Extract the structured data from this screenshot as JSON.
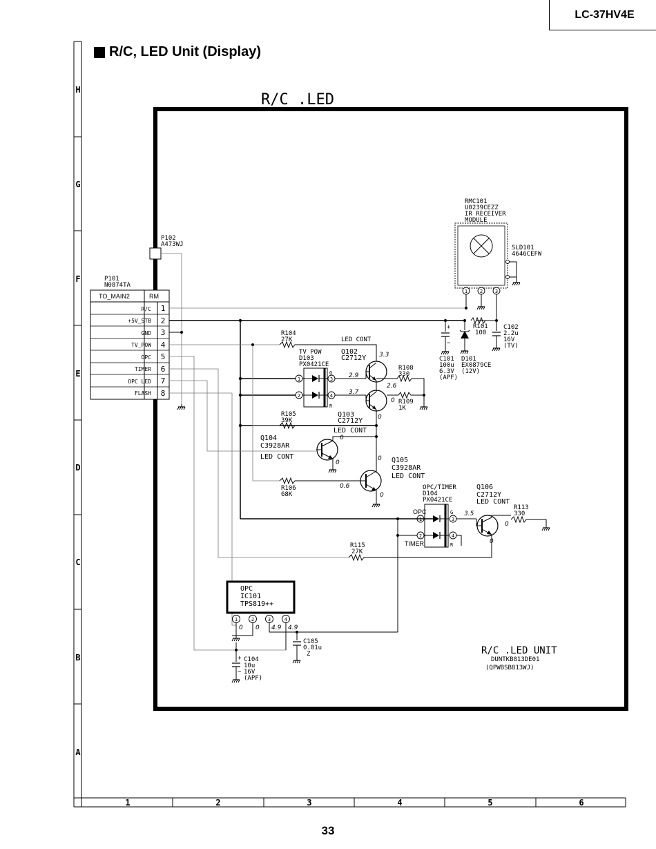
{
  "header": {
    "model": "LC-37HV4E"
  },
  "title": "R/C, LED Unit (Display)",
  "page_number": "33",
  "grid": {
    "rows": [
      "H",
      "G",
      "F",
      "E",
      "D",
      "C",
      "B",
      "A"
    ],
    "columns": [
      "1",
      "2",
      "3",
      "4",
      "5",
      "6"
    ]
  },
  "board": {
    "title": "R/C .LED",
    "unit_name": "R/C .LED UNIT",
    "unit_code1": "DUNTKB813DE01",
    "unit_code2": "(QPWBSB813WJ)"
  },
  "connectors": {
    "p102": {
      "ref": "P102",
      "part": "A473WJ"
    },
    "p101": {
      "ref": "P101",
      "part": "N0874TA",
      "col_left": "TO_MAIN2",
      "col_right": "RM",
      "pins": [
        {
          "name": "R/C",
          "num": "1"
        },
        {
          "name": "+5V_STB",
          "num": "2"
        },
        {
          "name": "GND",
          "num": "3"
        },
        {
          "name": "TV_POW",
          "num": "4"
        },
        {
          "name": "OPC",
          "num": "5"
        },
        {
          "name": "TIMER",
          "num": "6"
        },
        {
          "name": "OPC LED",
          "num": "7"
        },
        {
          "name": "FLASH",
          "num": "8"
        }
      ]
    }
  },
  "components": {
    "rmc101": {
      "ref": "RMC101",
      "part": "U0239CEZZ",
      "desc1": "IR RECEIVER",
      "desc2": "MODULE",
      "pins": [
        "1",
        "2",
        "3"
      ]
    },
    "sld101": {
      "ref": "SLD101",
      "part": "4646CEFW"
    },
    "r101": {
      "ref": "R101",
      "value": "100"
    },
    "c101": {
      "ref": "C101",
      "value": "100u",
      "rating": "6.3V",
      "type": "(APF)"
    },
    "d101": {
      "ref": "D101",
      "part": "EX0879CE",
      "rating": "(12V)"
    },
    "c102": {
      "ref": "C102",
      "value": "2.2u",
      "rating": "16V",
      "type": "(TV)"
    },
    "r104": {
      "ref": "R104",
      "value": "27K"
    },
    "d103": {
      "ref": "D103",
      "label": "TV POW",
      "part": "PX0421CE",
      "pins": [
        "1",
        "2",
        "3",
        "4"
      ],
      "g": "G",
      "r": "R"
    },
    "q102": {
      "ref": "Q102",
      "part": "C2712Y",
      "net": "LED CONT"
    },
    "r108": {
      "ref": "R108",
      "value": "330"
    },
    "r109": {
      "ref": "R109",
      "value": "1K"
    },
    "q103": {
      "ref": "Q103",
      "part": "C2712Y",
      "net": "LED CONT"
    },
    "r105": {
      "ref": "R105",
      "value": "39K"
    },
    "q104": {
      "ref": "Q104",
      "part": "C3928AR",
      "net": "LED CONT"
    },
    "q105": {
      "ref": "Q105",
      "part": "C3928AR",
      "net": "LED CONT"
    },
    "r106": {
      "ref": "R106",
      "value": "68K"
    },
    "d104": {
      "ref": "D104",
      "label": "OPC/TIMER",
      "part": "PX0421CE",
      "pin1": "OPC",
      "pin2": "TIMER",
      "pins": [
        "1",
        "2",
        "3",
        "4"
      ],
      "g": "G",
      "r": "R"
    },
    "q106": {
      "ref": "Q106",
      "part": "C2712Y",
      "net": "LED CONT"
    },
    "r113": {
      "ref": "R113",
      "value": "330"
    },
    "r115": {
      "ref": "R115",
      "value": "27K"
    },
    "ic101": {
      "line1": "OPC",
      "line2": "IC101",
      "line3": "TPS819++",
      "pins": [
        "1",
        "2",
        "3",
        "4"
      ]
    },
    "c105": {
      "ref": "C105",
      "value": "0.01u",
      "type": "Z"
    },
    "c104": {
      "ref": "C104",
      "value": "10u",
      "rating": "16V",
      "type": "(APF)"
    }
  },
  "voltages": {
    "q102_b": "2.9",
    "q102_c": "3.3",
    "q102_e": "2.6",
    "q103_b": "3.7",
    "q103_r": "0",
    "q103_e": "0",
    "q104_b": "0",
    "q104_e": "0",
    "q105_c": "0",
    "q105_b": "0.6",
    "q105_e": "0",
    "q106_b": "3.5",
    "q106_c": "0",
    "q106_e": "0",
    "ic_p1": "0",
    "ic_p2": "0",
    "ic_p3": "4.9",
    "ic_p4": "4.9"
  }
}
